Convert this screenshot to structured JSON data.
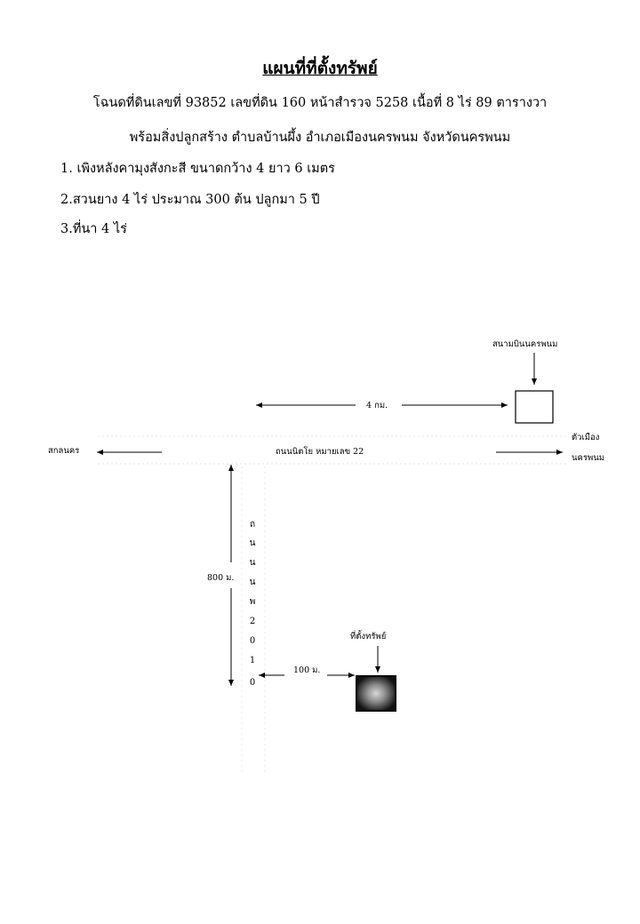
{
  "document": {
    "title": "แผนที่ที่ตั้งทรัพย์",
    "header_line1": "โฉนดที่ดินเลขที่ 93852  เลขที่ดิน 160   หน้าสำรวจ 5258  เนื้อที่ 8 ไร่ 89 ตารางวา",
    "header_line2": "พร้อมสิ่งปลูกสร้าง ตำบลบ้านผึ้ง  อำเภอเมืองนครพนม   จังหวัดนครพนม",
    "items": [
      "1. เพิงหลังคามุงสังกะสี ขนาดกว้าง 4 ยาว 6 เมตร",
      "2.สวนยาง   4 ไร่ ประมาณ 300 ต้น ปลูกมา 5 ปี",
      "3.ที่นา 4 ไร่"
    ]
  },
  "map": {
    "airport_label": "สนามบินนครพนม",
    "distance_airport": "4 กม.",
    "left_destination": "สกลนคร",
    "right_destination_line1": "ตัวเมือง",
    "right_destination_line2": "นครพนม",
    "main_road": "ถนนนิตโย หมายเลข 22",
    "side_road_chars": [
      "ถ",
      "น",
      "น",
      "น",
      "พ",
      "2",
      "0",
      "1",
      "0"
    ],
    "side_road_distance": "800 ม.",
    "property_label": "ที่ตั้งทรัพย์",
    "property_distance": "100 ม."
  }
}
